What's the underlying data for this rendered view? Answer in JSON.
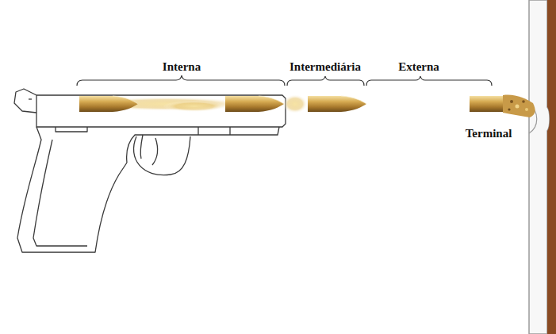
{
  "diagram": {
    "labels": [
      "Interna",
      "Intermediária",
      "Externa",
      "Terminal"
    ]
  }
}
